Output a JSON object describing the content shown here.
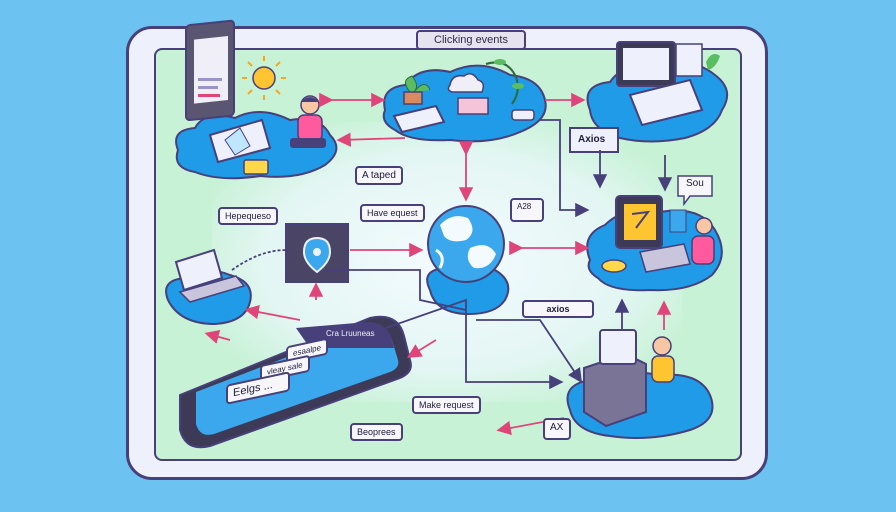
{
  "title": "Clicking events",
  "labels": {
    "hepequeso": "Hepequeso",
    "a_taped": "A taped",
    "have_equest": "Have equest",
    "axios_top": "Axios",
    "sou": "Sou",
    "axios_small": "axios",
    "make_request": "Make request",
    "beoprees": "Beoprees",
    "ax": "AX",
    "card_a28": "A28",
    "eelgs": "Eelgs ...",
    "phone_header": "Cra Lruuneas",
    "phone_btn1": "esaalpe",
    "phone_btn2": "vleay sale"
  },
  "colors": {
    "background": "#6cc3f2",
    "frame_border": "#48407a",
    "canvas": "#c8f2d6",
    "cloud": "#1f9be8",
    "arrow": "#e0457a"
  },
  "icons": [
    "sun-icon",
    "globe-icon",
    "phone-icon",
    "laptop-icon",
    "monitor-icon",
    "plant-icon",
    "person-icon",
    "pin-icon"
  ]
}
